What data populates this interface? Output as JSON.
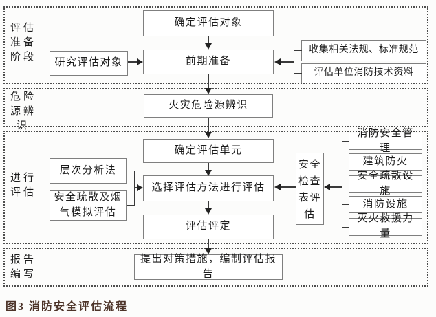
{
  "caption": "图3 消防安全评估流程",
  "sections": [
    {
      "id": "preparation-stage",
      "label_lines": [
        "评估",
        "准备",
        "阶段"
      ]
    },
    {
      "id": "hazard-identification-stage",
      "label_lines": [
        "危险",
        "源辨",
        "识"
      ]
    },
    {
      "id": "conduct-assessment-stage",
      "label_lines": [
        "进行",
        "评估"
      ]
    },
    {
      "id": "report-writing-stage",
      "label_lines": [
        "报告",
        "编写"
      ]
    }
  ],
  "boxes": {
    "determine_object": "确定评估对象",
    "research_object": "研究评估对象",
    "preparation": "前期准备",
    "collect_regulations": "收集相关法规、标准规范",
    "unit_fire_data": "评估单位消防技术资料",
    "fire_hazard_identification": "火灾危险源辨识",
    "determine_unit": "确定评估单元",
    "ahp_method": "层次分析法",
    "evacuation_smoke": "安全疏散及烟气模拟评估",
    "select_method": "选择评估方法进行评估",
    "assessment_rating": "评估评定",
    "checklist": "安全检查表评估",
    "checklist_items": [
      "消防安全管理",
      "建筑防火",
      "安全疏散设施",
      "消防设施",
      "灭火救援力量"
    ],
    "countermeasure_report": "提出对策措施，编制评估报告"
  },
  "colors": {
    "box_border": "#7f7f7f",
    "section_border": "#4d4d4d",
    "arrow": "#222222",
    "text": "#1c1c1c",
    "caption": "#4c3328",
    "background": "#fcfcfb"
  }
}
